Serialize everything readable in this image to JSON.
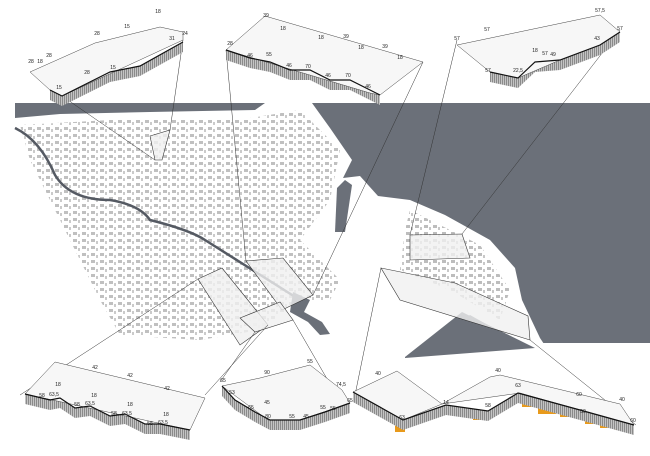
{
  "colors": {
    "water": "#6b7079",
    "buildings": "#b9b9b9",
    "accent": "#e89a1c",
    "outline": "#333333"
  },
  "insets": [
    {
      "id": "top-left",
      "labels": [
        "28",
        "18",
        "28",
        "28",
        "15",
        "18",
        "24",
        "31",
        "15",
        "28",
        "15"
      ]
    },
    {
      "id": "top-center",
      "labels": [
        "39",
        "18",
        "18",
        "39",
        "18",
        "39",
        "18",
        "28",
        "46",
        "55",
        "46",
        "70",
        "46",
        "70",
        "46"
      ]
    },
    {
      "id": "top-right",
      "labels": [
        "57",
        "57",
        "57,5",
        "57",
        "18",
        "57",
        "49",
        "43",
        "57",
        "22,5"
      ]
    },
    {
      "id": "bottom-left",
      "labels": [
        "42",
        "42",
        "42",
        "18",
        "18",
        "18",
        "18",
        "58",
        "63,5",
        "58",
        "63,5",
        "58",
        "63,5",
        "58",
        "63,5"
      ]
    },
    {
      "id": "bottom-center",
      "labels": [
        "55",
        "90",
        "65",
        "53",
        "45",
        "65",
        "74,5",
        "65",
        "80",
        "55",
        "45",
        "55",
        "55"
      ]
    },
    {
      "id": "bottom-right",
      "labels": [
        "40",
        "40",
        "14",
        "58",
        "63",
        "60",
        "50",
        "40",
        "60",
        "63"
      ]
    }
  ]
}
